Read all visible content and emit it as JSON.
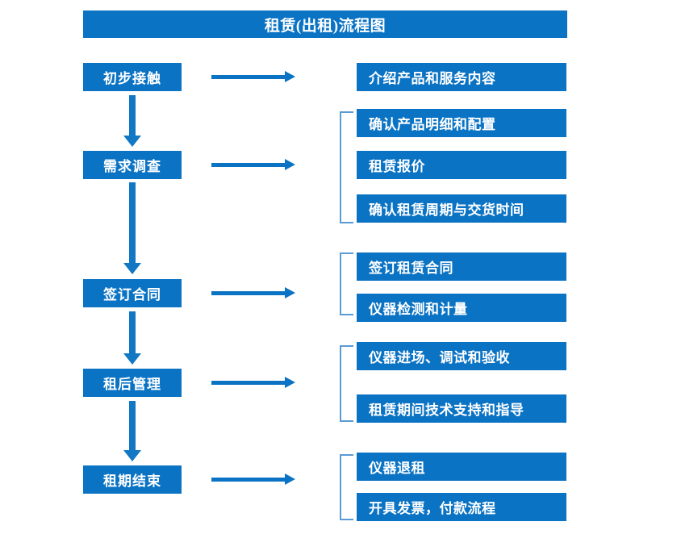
{
  "title": "租赁(出租)流程图",
  "colors": {
    "box_blue": "#0B73C4",
    "arrow_blue": "#1278C4",
    "bracket_blue": "#5B9BD5",
    "text_white": "#FFFFFF",
    "background": "#FFFFFF"
  },
  "stages": [
    {
      "label": "初步接触"
    },
    {
      "label": "需求调查"
    },
    {
      "label": "签订合同"
    },
    {
      "label": "租后管理"
    },
    {
      "label": "租期结束"
    }
  ],
  "details": [
    {
      "label": "介绍产品和服务内容"
    },
    {
      "label": "确认产品明细和配置"
    },
    {
      "label": "租赁报价"
    },
    {
      "label": "确认租赁周期与交货时间"
    },
    {
      "label": "签订租赁合同"
    },
    {
      "label": "仪器检测和计量"
    },
    {
      "label": "仪器进场、调试和验收"
    },
    {
      "label": "租赁期间技术支持和指导"
    },
    {
      "label": "仪器退租"
    },
    {
      "label": "开具发票，付款流程"
    }
  ]
}
